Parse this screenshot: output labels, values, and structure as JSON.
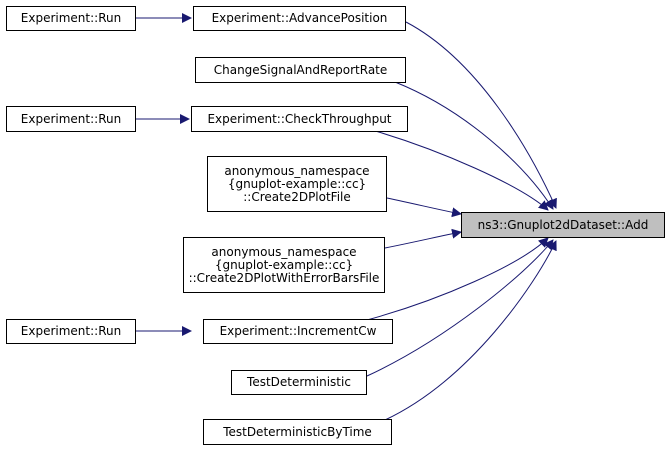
{
  "target": {
    "label": "ns3::Gnuplot2dDataset::Add"
  },
  "callers": {
    "advance_position": {
      "label": "Experiment::AdvancePosition"
    },
    "change_signal": {
      "label": "ChangeSignalAndReportRate"
    },
    "check_throughput": {
      "label": "Experiment::CheckThroughput"
    },
    "create_2d_plot_file": {
      "lines": [
        "anonymous_namespace",
        "{gnuplot-example::cc}",
        "::Create2DPlotFile"
      ]
    },
    "create_2d_plot_errorbars": {
      "lines": [
        "anonymous_namespace",
        "{gnuplot-example::cc}",
        "::Create2DPlotWithErrorBarsFile"
      ]
    },
    "increment_cw": {
      "label": "Experiment::IncrementCw"
    },
    "test_deterministic": {
      "label": "TestDeterministic"
    },
    "test_deterministic_by_time": {
      "label": "TestDeterministicByTime"
    }
  },
  "roots": {
    "run_1": {
      "label": "Experiment::Run"
    },
    "run_2": {
      "label": "Experiment::Run"
    },
    "run_3": {
      "label": "Experiment::Run"
    }
  },
  "colors": {
    "edge": "#191970",
    "target_fill": "#bfbfbf",
    "border": "#000000"
  }
}
